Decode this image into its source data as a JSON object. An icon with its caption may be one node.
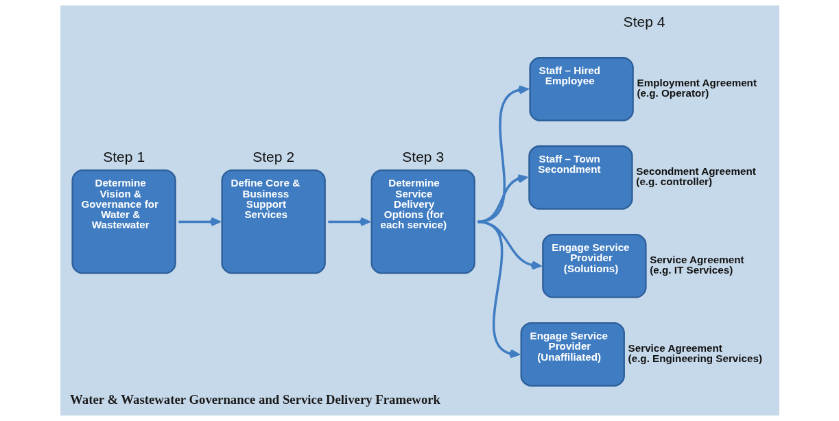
{
  "diagram": {
    "caption": "Water & Wastewater Governance and Service Delivery Framework",
    "nodes": [
      {
        "text": [
          "Step 1",
          "Determine Vision & Governance for Water & Wastewater"
        ]
      },
      {
        "text": [
          "Step 2",
          "Define Core & Business Support Services"
        ]
      },
      {
        "text": [
          "Step 3",
          "Determine Service Delivery Options (for each service)"
        ]
      },
      {
        "text": [
          "Staff – Hired Employee"
        ],
        "beside": [
          "Employment Agreement",
          "(e.g. Operator)"
        ]
      },
      {
        "text": [
          "Staff – Town Secondment"
        ],
        "beside": [
          "Secondment Agreement",
          "(e.g. controller)"
        ]
      },
      {
        "text": [
          "Engage Service Provider (Solutions)"
        ],
        "beside": [
          "Service Agreement",
          "(e.g. IT Services)"
        ]
      },
      {
        "text": [
          "Engage Service Provider (Unaffiliated)"
        ],
        "beside": [
          "Service Agreement",
          "(e.g. Engineering Services)"
        ]
      }
    ],
    "edges": [
      {
        "from": 0,
        "to": 1,
        "arrow": "to"
      },
      {
        "from": 1,
        "to": 2,
        "arrow": "to"
      },
      {
        "from": 2,
        "to": 3,
        "arrow": "to"
      },
      {
        "from": 2,
        "to": 4,
        "arrow": "to"
      },
      {
        "from": 2,
        "to": 5,
        "arrow": "to"
      },
      {
        "from": 2,
        "to": 6,
        "arrow": "to"
      }
    ],
    "labels": [
      "Step 4"
    ]
  }
}
